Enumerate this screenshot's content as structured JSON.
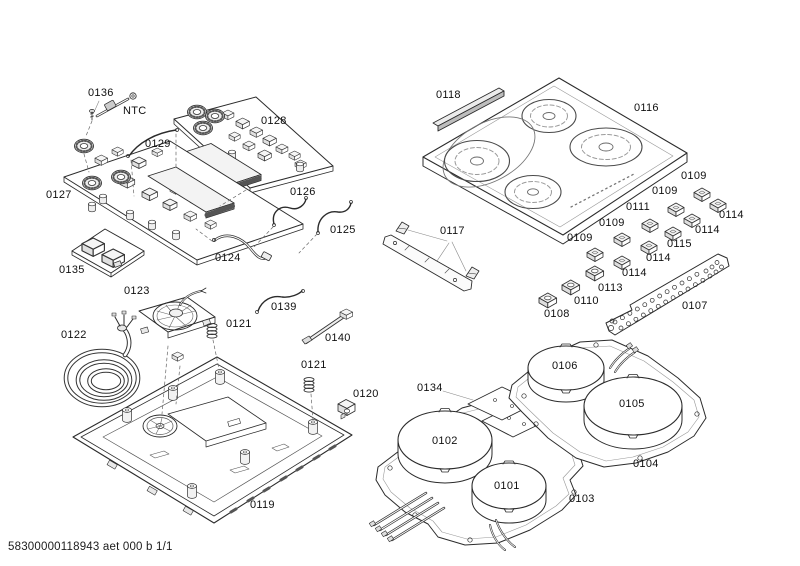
{
  "footer": {
    "doc_code": "58300000118943 aet 000 b 1/1"
  },
  "parts": [
    {
      "id": "0136",
      "label": "0136"
    },
    {
      "id": "ntc",
      "label": "NTC"
    },
    {
      "id": "0129",
      "label": "0129"
    },
    {
      "id": "0128",
      "label": "0128"
    },
    {
      "id": "0127",
      "label": "0127"
    },
    {
      "id": "0126",
      "label": "0126"
    },
    {
      "id": "0125",
      "label": "0125"
    },
    {
      "id": "0124",
      "label": "0124"
    },
    {
      "id": "0135",
      "label": "0135"
    },
    {
      "id": "0118",
      "label": "0118"
    },
    {
      "id": "0116",
      "label": "0116"
    },
    {
      "id": "0117",
      "label": "0117"
    },
    {
      "id": "0109-1",
      "label": "0109"
    },
    {
      "id": "0109-2",
      "label": "0109"
    },
    {
      "id": "0111",
      "label": "0111"
    },
    {
      "id": "0109-3",
      "label": "0109"
    },
    {
      "id": "0109-4",
      "label": "0109"
    },
    {
      "id": "0114-1",
      "label": "0114"
    },
    {
      "id": "0114-2",
      "label": "0114"
    },
    {
      "id": "0115",
      "label": "0115"
    },
    {
      "id": "0114-3",
      "label": "0114"
    },
    {
      "id": "0114-4",
      "label": "0114"
    },
    {
      "id": "0113",
      "label": "0113"
    },
    {
      "id": "0110",
      "label": "0110"
    },
    {
      "id": "0108",
      "label": "0108"
    },
    {
      "id": "0107",
      "label": "0107"
    },
    {
      "id": "0123",
      "label": "0123"
    },
    {
      "id": "0122",
      "label": "0122"
    },
    {
      "id": "0139",
      "label": "0139"
    },
    {
      "id": "0121-1",
      "label": "0121"
    },
    {
      "id": "0140",
      "label": "0140"
    },
    {
      "id": "0121-2",
      "label": "0121"
    },
    {
      "id": "0120",
      "label": "0120"
    },
    {
      "id": "0119",
      "label": "0119"
    },
    {
      "id": "0134",
      "label": "0134"
    },
    {
      "id": "0106",
      "label": "0106"
    },
    {
      "id": "0105",
      "label": "0105"
    },
    {
      "id": "0102",
      "label": "0102"
    },
    {
      "id": "0101",
      "label": "0101"
    },
    {
      "id": "0104",
      "label": "0104"
    },
    {
      "id": "0103",
      "label": "0103"
    }
  ]
}
